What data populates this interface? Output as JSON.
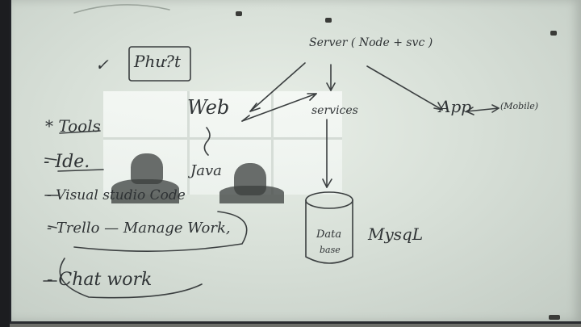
{
  "whiteboard": {
    "title_box": "Phư?t",
    "check_mark": "✓",
    "server_label": "Server ( Node + svc )",
    "web_label": "Web",
    "services_label": "services",
    "app_label": "App",
    "mobile_label": "(Mobile)",
    "java_label": "Java",
    "database_label_1": "Data",
    "database_label_2": "base",
    "mysql_label": "MysqL",
    "tools_label": "* Tools",
    "ide_label": "- Ide.",
    "vscode_label": "- Visual studio Code",
    "trello_label": "- Trello — Manage Work,",
    "chatwork_label": "- Chat work"
  },
  "colors": {
    "board": "#e3e9e3",
    "ink": "#2f3335",
    "frame": "#1c1d20"
  }
}
